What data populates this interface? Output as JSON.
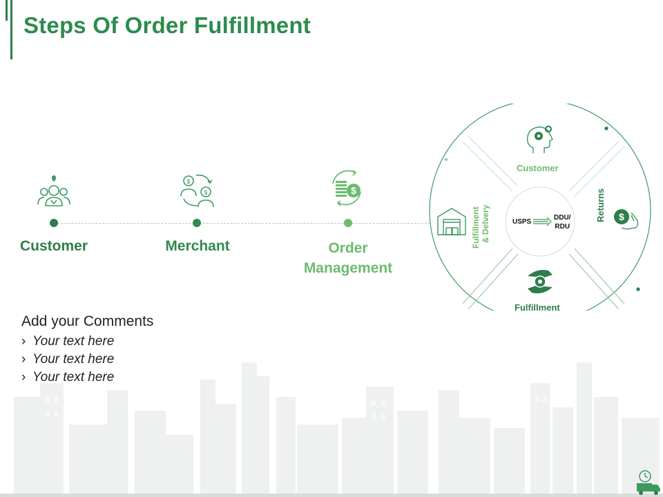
{
  "slide": {
    "title": "Steps Of Order Fulfillment"
  },
  "steps": [
    {
      "label": "Customer",
      "icon": "customer-group-icon",
      "color": "#2e7d4a"
    },
    {
      "label": "Merchant",
      "icon": "merchant-exchange-icon",
      "color": "#2e8b4e"
    },
    {
      "label": "Order Management",
      "label_line1": "Order",
      "label_line2": "Management",
      "icon": "coins-cycle-icon",
      "color": "#6dbb6f"
    }
  ],
  "wheel": {
    "top_label": "Customer",
    "right_label": "Returns",
    "bottom_label": "Fulfillment",
    "left_label_line1": "Fulfillment",
    "left_label_line2": "& Delvery",
    "center_left": "USPS",
    "center_right_line1": "DDU/",
    "center_right_line2": "RDU"
  },
  "comments": {
    "heading": "Add your Comments",
    "items": [
      "Your text here",
      "Your text here",
      "Your text here"
    ]
  },
  "colors": {
    "accent": "#2e8b4e",
    "dark_green": "#2e7d4a",
    "light_green": "#6dbb6f",
    "skyline": "#eef1ef"
  }
}
